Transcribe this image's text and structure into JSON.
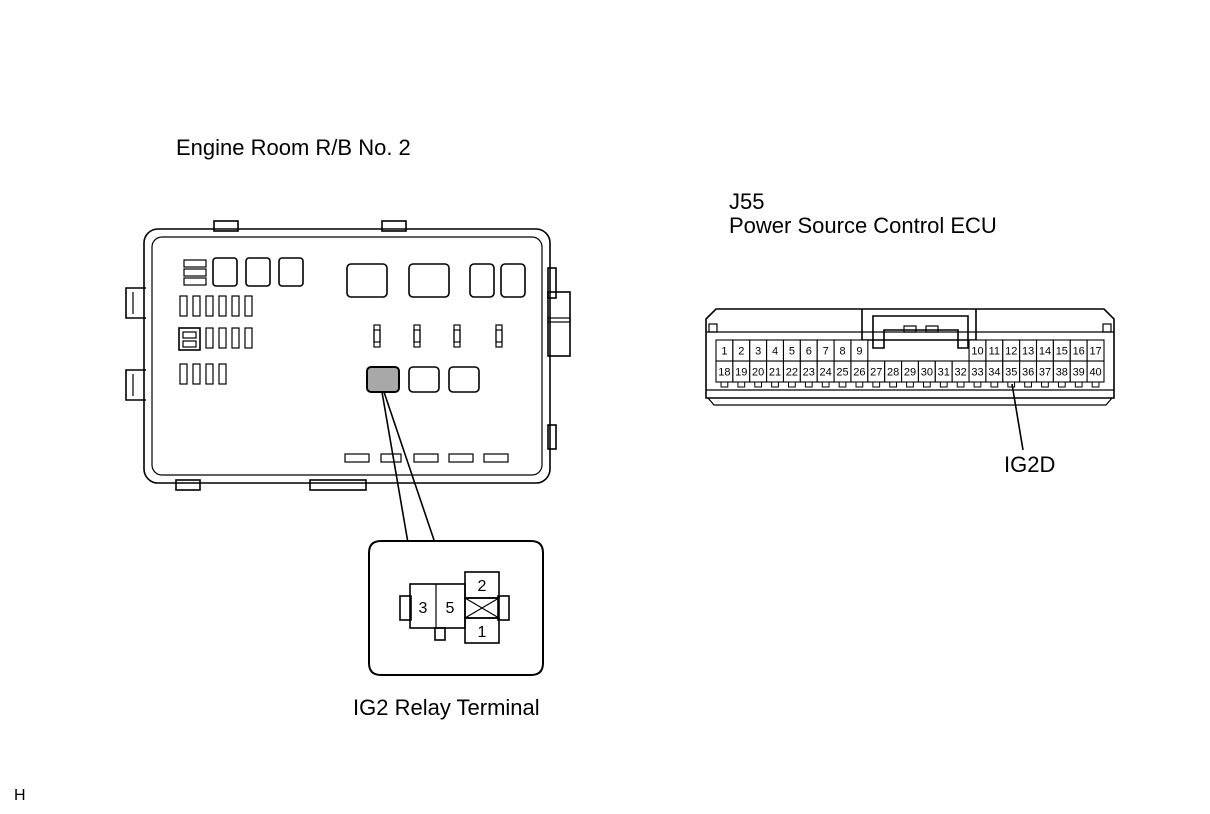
{
  "relay_block": {
    "title": "Engine Room R/B No. 2"
  },
  "relay_terminal": {
    "caption": "IG2 Relay Terminal",
    "terminals": [
      "3",
      "5",
      "2",
      "1"
    ]
  },
  "ecu": {
    "connector_id": "J55",
    "name": "Power Source Control ECU",
    "top_row_left": [
      "1",
      "2",
      "3",
      "4",
      "5",
      "6",
      "7",
      "8",
      "9"
    ],
    "top_row_right": [
      "10",
      "11",
      "12",
      "13",
      "14",
      "15",
      "16",
      "17"
    ],
    "bottom_row": [
      "18",
      "19",
      "20",
      "21",
      "22",
      "23",
      "24",
      "25",
      "26",
      "27",
      "28",
      "29",
      "30",
      "31",
      "32",
      "33",
      "34",
      "35",
      "36",
      "37",
      "38",
      "39",
      "40"
    ],
    "pin_callout": "IG2D"
  },
  "corner_code": "H",
  "colors": {
    "highlight_relay": "#a8a8a8",
    "line": "#000000",
    "background": "#ffffff"
  }
}
